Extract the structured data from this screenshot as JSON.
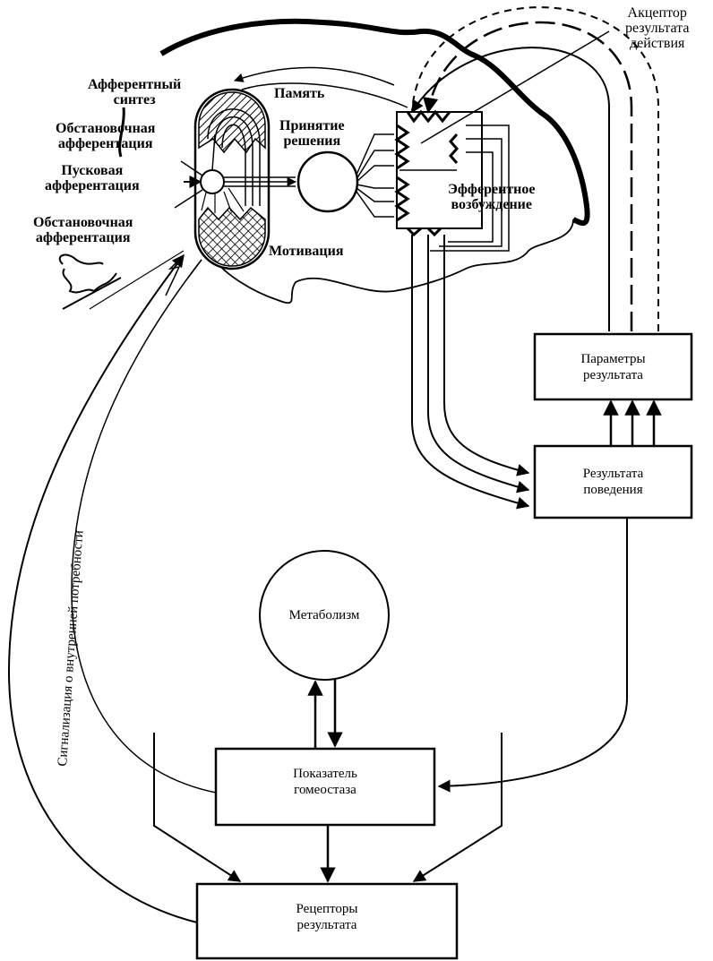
{
  "diagram": {
    "title": "Functional system scheme",
    "labels": {
      "afferent_synthesis": [
        "Афферентный",
        "синтез"
      ],
      "situational_afferentation_1": [
        "Обстановочная",
        "афферентация"
      ],
      "trigger_afferentation": [
        "Пусковая",
        "афферентация"
      ],
      "situational_afferentation_2": [
        "Обстановочная",
        "афферентация"
      ],
      "memory": "Память",
      "decision_making": [
        "Принятие",
        "решения"
      ],
      "motivation": "Мотивация",
      "efferent_excitation": [
        "Эфферентное",
        "возбуждение"
      ],
      "action_result_acceptor": [
        "Акцептор",
        "результата",
        "действия"
      ],
      "internal_need_signaling": "Сигнализация о внутренней потребности"
    },
    "boxes": {
      "result_parameters": [
        "Параметры",
        "результата"
      ],
      "behavior_results": [
        "Результата",
        "поведения"
      ],
      "homeostasis_indicator": [
        "Показатель",
        "гомеостаза"
      ],
      "result_receptors": [
        "Рецепторы",
        "результата"
      ]
    },
    "circles": {
      "metabolism": "Метаболизм"
    }
  }
}
